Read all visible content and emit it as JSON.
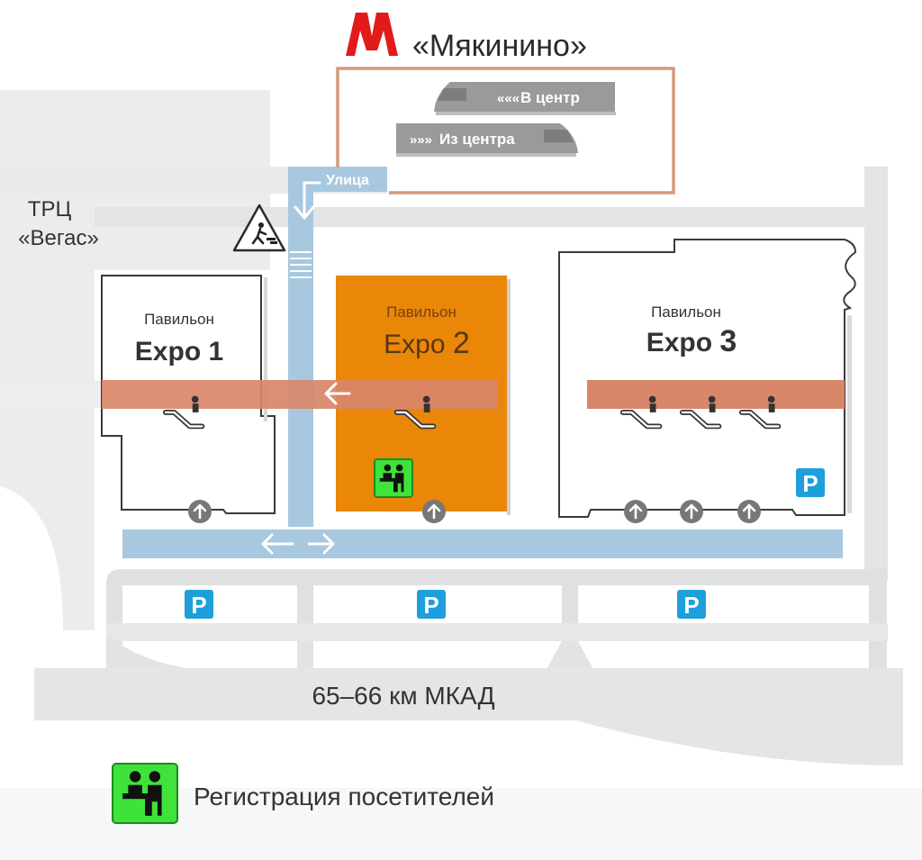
{
  "metro": {
    "logo_letter": "M",
    "station_name": "«Мякинино»",
    "train_to_center": "В центр",
    "train_from_center": "Из центра",
    "street_label": "Улица"
  },
  "mall": {
    "line1": "ТРЦ",
    "line2": "«Вегас»"
  },
  "pavilions": [
    {
      "caption": "Павильон",
      "name": "Expo",
      "number": "1"
    },
    {
      "caption": "Павильон",
      "name": "Expo",
      "number": "2"
    },
    {
      "caption": "Павильон",
      "name": "Expo",
      "number": "3"
    }
  ],
  "parking_letter": "P",
  "road_label": "65–66 км МКАД",
  "legend": {
    "registration_label": "Регистрация посетителей"
  },
  "colors": {
    "metro_red": "#e21a1a",
    "metro_frame": "#d49a7c",
    "pavilion2_orange": "#ea8608",
    "corridor_salmon": "#d9876a",
    "walkway_blue": "#a8c8df",
    "parking_blue": "#1e9fdb",
    "registration_green": "#3ee23b",
    "road_gray": "#e4e5e7",
    "building_outline": "#3a3a3a"
  },
  "icons": {
    "pedestrian_warning": "pedestrian-warning-icon",
    "escalator": "escalator-icon",
    "entrance": "entrance-arrow-icon",
    "parking": "parking-icon",
    "registration": "registration-desk-icon",
    "train": "train-icon"
  }
}
